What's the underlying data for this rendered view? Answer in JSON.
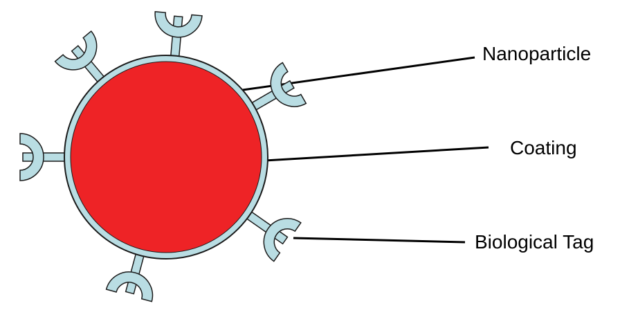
{
  "labels": {
    "nanoparticle": "Nanoparticle",
    "coating": "Coating",
    "biological_tag": "Biological Tag"
  },
  "colors": {
    "core": "#ee2326",
    "coating": "#b9dde3",
    "outline": "#1a1a1a"
  }
}
